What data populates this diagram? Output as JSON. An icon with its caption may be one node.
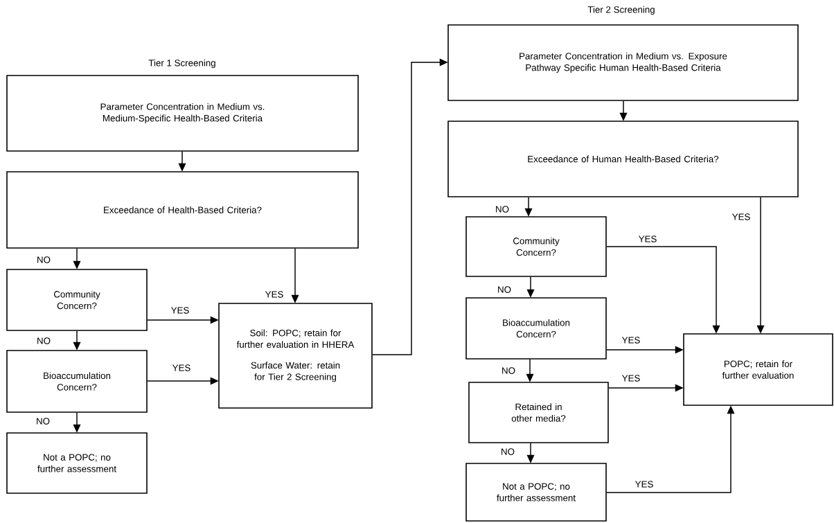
{
  "diagram": {
    "nodes": [
      {
        "text": [
          "Parameter Concentration in Medium vs. Medium-Specific Health-Based Criteria"
        ]
      },
      {
        "text": [
          "Exceedance of Health-Based Criteria?"
        ]
      },
      {
        "text": [
          "Community Concern?"
        ]
      },
      {
        "text": [
          "Bioaccumulation Concern?"
        ]
      },
      {
        "text": [
          "Not a POPC; no further assessment"
        ]
      },
      {
        "text": [
          "Soil: POPC; retain for further evaluation in HHERA",
          "Surface Water: retain for Tier 2 Screening"
        ]
      },
      {
        "text": [
          "Parameter Concentration in Medium vs. Exposure Pathway Specific Human Health-Based Criteria"
        ]
      },
      {
        "text": [
          "Exceedance of Human Health-Based Criteria?"
        ]
      },
      {
        "text": [
          "Community Concern?"
        ]
      },
      {
        "text": [
          "Bioaccumulation Concern?"
        ]
      },
      {
        "text": [
          "Retained in other media?"
        ]
      },
      {
        "text": [
          "Not a POPC; no further assessment"
        ]
      },
      {
        "text": [
          "POPC; retain for further evaluation"
        ]
      }
    ],
    "edges": [
      {
        "from": 0,
        "to": 1,
        "arrow": "to"
      },
      {
        "from": 1,
        "to": 2,
        "arrow": "to",
        "label": "NO"
      },
      {
        "from": 1,
        "to": 5,
        "arrow": "to",
        "label": "YES"
      },
      {
        "from": 2,
        "to": 5,
        "arrow": "to",
        "label": "YES"
      },
      {
        "from": 2,
        "to": 3,
        "arrow": "to",
        "label": "NO"
      },
      {
        "from": 3,
        "to": 5,
        "arrow": "to",
        "label": "YES"
      },
      {
        "from": 3,
        "to": 4,
        "arrow": "to",
        "label": "NO"
      },
      {
        "from": 5,
        "to": 6,
        "arrow": "to"
      },
      {
        "from": 6,
        "to": 7,
        "arrow": "to"
      },
      {
        "from": 7,
        "to": 8,
        "arrow": "to",
        "label": "NO"
      },
      {
        "from": 7,
        "to": 12,
        "arrow": "to",
        "label": "YES"
      },
      {
        "from": 8,
        "to": 12,
        "arrow": "to",
        "label": "YES"
      },
      {
        "from": 8,
        "to": 9,
        "arrow": "to",
        "label": "NO"
      },
      {
        "from": 9,
        "to": 12,
        "arrow": "to",
        "label": "YES"
      },
      {
        "from": 9,
        "to": 10,
        "arrow": "to",
        "label": "NO"
      },
      {
        "from": 10,
        "to": 12,
        "arrow": "to",
        "label": "YES"
      },
      {
        "from": 10,
        "to": 11,
        "arrow": "to",
        "label": "NO"
      },
      {
        "from": 11,
        "to": 12,
        "arrow": "to",
        "label": "YES"
      }
    ],
    "labels": [
      "Tier 1 Screening",
      "Tier 2 Screening"
    ]
  }
}
